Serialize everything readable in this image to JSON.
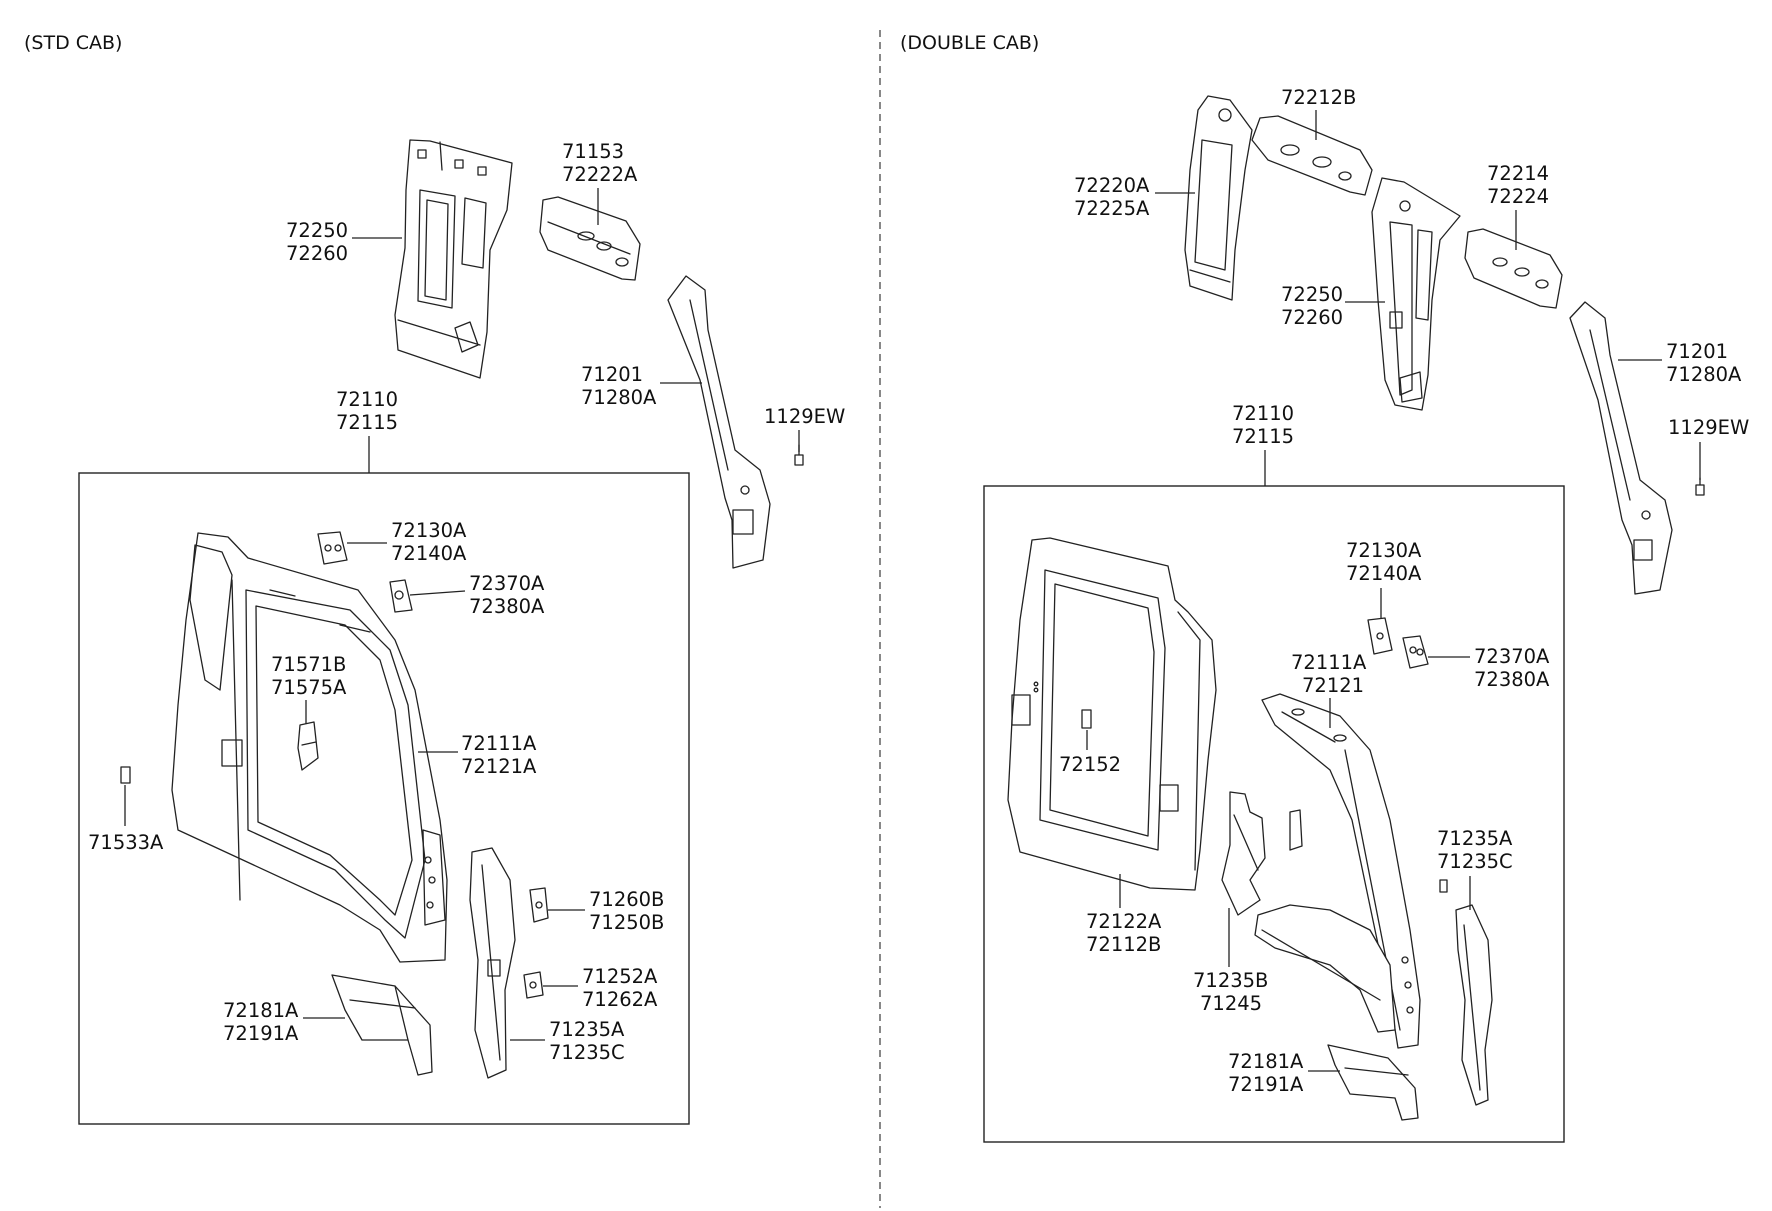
{
  "std_cab": {
    "title": "(STD CAB)",
    "labels": {
      "p72250": [
        "72250",
        "72260"
      ],
      "p71153": [
        "71153",
        "72222A"
      ],
      "p71201": [
        "71201",
        "71280A"
      ],
      "p1129": [
        "1129EW"
      ],
      "p72110": [
        "72110",
        "72115"
      ],
      "p72130": [
        "72130A",
        "72140A"
      ],
      "p72370": [
        "72370A",
        "72380A"
      ],
      "p71571": [
        "71571B",
        "71575A"
      ],
      "p72111": [
        "72111A",
        "72121A"
      ],
      "p71533": [
        "71533A"
      ],
      "p71260": [
        "71260B",
        "71250B"
      ],
      "p71252": [
        "71252A",
        "71262A"
      ],
      "p72181": [
        "72181A",
        "72191A"
      ],
      "p71235": [
        "71235A",
        "71235C"
      ]
    }
  },
  "double_cab": {
    "title": "(DOUBLE CAB)",
    "labels": {
      "p72212": [
        "72212B"
      ],
      "p72220": [
        "72220A",
        "72225A"
      ],
      "p72214": [
        "72214",
        "72224"
      ],
      "p72250": [
        "72250",
        "72260"
      ],
      "p71201": [
        "71201",
        "71280A"
      ],
      "p1129": [
        "1129EW"
      ],
      "p72110": [
        "72110",
        "72115"
      ],
      "p72130": [
        "72130A",
        "72140A"
      ],
      "p72111": [
        "72111A",
        "72121"
      ],
      "p72370": [
        "72370A",
        "72380A"
      ],
      "p72152": [
        "72152"
      ],
      "p71235ac": [
        "71235A",
        "71235C"
      ],
      "p72122": [
        "72122A",
        "72112B"
      ],
      "p71235b": [
        "71235B",
        "71245"
      ],
      "p72181": [
        "72181A",
        "72191A"
      ]
    }
  }
}
